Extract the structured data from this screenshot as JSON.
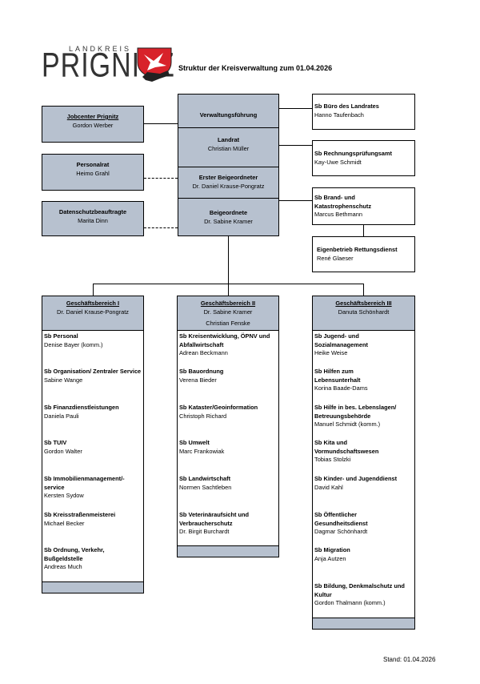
{
  "header": {
    "logo_top": "LANDKREIS",
    "logo_main": "PRIGNITZ",
    "title": "Struktur der Kreisverwaltung zum 01.04.2026"
  },
  "left_boxes": {
    "jobcenter": {
      "title": "Jobcenter Prignitz",
      "name": "Gordon Werber"
    },
    "personalrat": {
      "title": "Personalrat",
      "name": "Heimo Grahl"
    },
    "datenschutz": {
      "title": "Datenschutzbeauftragte",
      "name": "Marita Dinn"
    }
  },
  "center": {
    "vf": {
      "title": "Verwaltungsführung"
    },
    "landrat": {
      "title": "Landrat",
      "name": "Christian Müller"
    },
    "erster": {
      "title": "Erster Beigeordneter",
      "name": "Dr. Daniel Krause-Pongratz"
    },
    "beig": {
      "title": "Beigeordnete",
      "name": "Dr. Sabine Kramer"
    }
  },
  "right_boxes": {
    "buero": {
      "title": "Sb Büro des Landrates",
      "name": "Hanno Taufenbach"
    },
    "rpa": {
      "title": "Sb Rechnungsprüfungsamt",
      "name": "Kay-Uwe Schmidt"
    },
    "brand": {
      "title": "Sb Brand- und Katastrophenschutz",
      "name": "Marcus Bethmann"
    },
    "rett": {
      "title": "Eigenbetrieb Rettungsdienst",
      "name": "René Glaeser"
    }
  },
  "gb1": {
    "title": "Geschäftsbereich I",
    "leaders": [
      "Dr. Daniel Krause-Pongratz"
    ],
    "units": [
      {
        "title": "Sb Personal",
        "name": "Denise Bayer (komm.)"
      },
      {
        "title": "Sb Organisation/ Zentraler Service",
        "name": "Sabine Wange"
      },
      {
        "title": "Sb Finanzdienstleistungen",
        "name": "Daniela Pauli"
      },
      {
        "title": "Sb TUIV",
        "name": "Gordon Walter"
      },
      {
        "title": "Sb Immobilienmanagement/-service",
        "name": "Kersten Sydow"
      },
      {
        "title": "Sb Kreisstraßenmeisterei",
        "name": "Michael Becker"
      },
      {
        "title": "Sb Ordnung, Verkehr, Bußgeldstelle",
        "name": "Andreas Much"
      }
    ]
  },
  "gb2": {
    "title": "Geschäftsbereich II",
    "leaders": [
      "Dr. Sabine Kramer",
      "Christian Fenske"
    ],
    "units": [
      {
        "title": "Sb Kreisentwicklung, ÖPNV und Abfallwirtschaft",
        "name": "Adrean Beckmann"
      },
      {
        "title": "Sb Bauordnung",
        "name": "Verena Bieder"
      },
      {
        "title": "Sb Kataster/Geoinformation",
        "name": "Christoph Richard"
      },
      {
        "title": "Sb Umwelt",
        "name": "Marc Frankowiak"
      },
      {
        "title": "Sb Landwirtschaft",
        "name": "Normen Sachtleben"
      },
      {
        "title": "Sb Veterinäraufsicht und Verbraucherschutz",
        "name": "Dr. Birgit Burchardt"
      }
    ]
  },
  "gb3": {
    "title": "Geschäftsbereich III",
    "leaders": [
      "Danuta Schönhardt"
    ],
    "units": [
      {
        "title": "Sb Jugend- und Sozialmanagement",
        "name": "Heike Weise"
      },
      {
        "title": "Sb Hilfen zum Lebensunterhalt",
        "name": "Korina Baade-Dams"
      },
      {
        "title": "Sb Hilfe in bes. Lebenslagen/ Betreuungsbehörde",
        "name": "Manuel Schmidt (komm.)"
      },
      {
        "title": "Sb Kita und Vormundschaftswesen",
        "name": "Tobias Stolzki"
      },
      {
        "title": "Sb Kinder- und Jugenddienst",
        "name": "David Kahl"
      },
      {
        "title": "Sb Öffentlicher Gesundheitsdienst",
        "name": "Dagmar Schönhardt"
      },
      {
        "title": "Sb Migration",
        "name": "Anja Autzen"
      },
      {
        "title": "Sb Bildung, Denkmalschutz und Kultur",
        "name": "Gordon Thalmann (komm.)"
      }
    ]
  },
  "footer": {
    "stand": "Stand: 01.04.2026"
  }
}
